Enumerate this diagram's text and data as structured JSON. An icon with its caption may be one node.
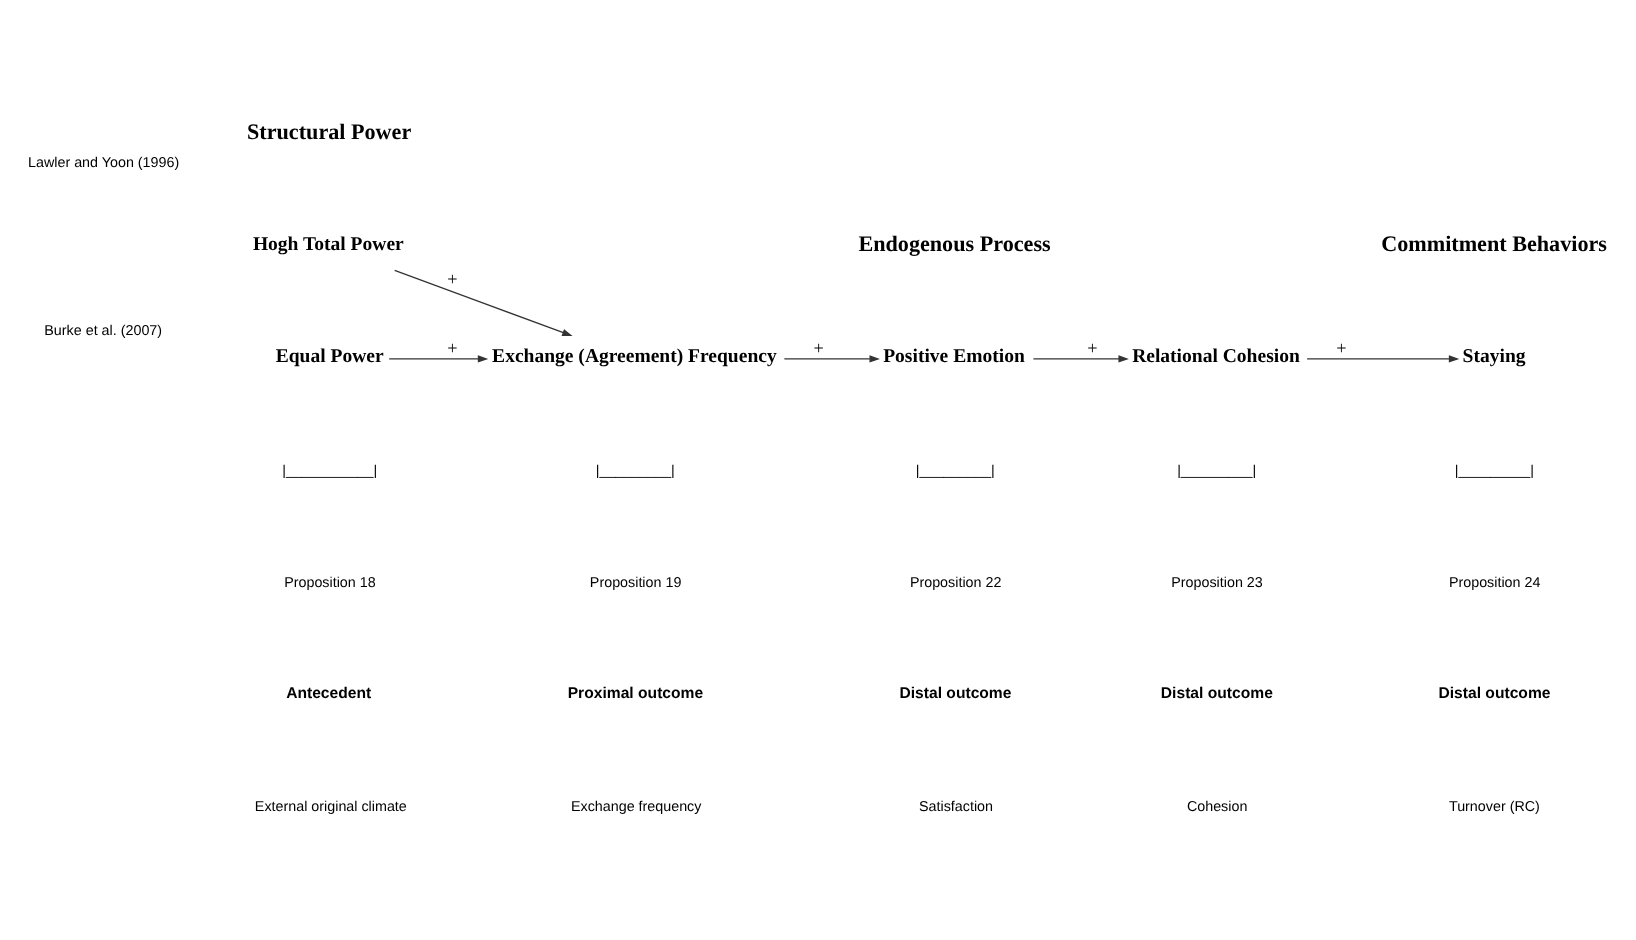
{
  "diagram": {
    "nodes": [
      {
        "text": [
          "Hogh Total Power"
        ]
      },
      {
        "text": [
          "Exchange (Agreement) Frequency"
        ]
      },
      {
        "text": [
          "Positive Emotion"
        ]
      },
      {
        "text": [
          "Relational Cohesion"
        ]
      },
      {
        "text": [
          "Staying"
        ]
      },
      {
        "text": [
          "Equal Power"
        ]
      }
    ],
    "edges": [
      {
        "from": 0,
        "to": 1,
        "arrow": "to",
        "label": "+"
      },
      {
        "from": 5,
        "to": 1,
        "arrow": "to",
        "label": "+"
      },
      {
        "from": 1,
        "to": 2,
        "arrow": "to",
        "label": "+"
      },
      {
        "from": 2,
        "to": 3,
        "arrow": "to",
        "label": "+"
      },
      {
        "from": 3,
        "to": 4,
        "arrow": "to",
        "label": "+"
      }
    ],
    "labels": [
      "Structural Power",
      "Endogenous Process",
      "Commitment Behaviors",
      "Lawler and Yoon (1996)",
      "Burke et al. (2007)",
      "|___________|",
      "|_________|",
      "|_________|",
      "|_________|",
      "|_________|",
      "Proposition 18",
      "Proposition 19",
      "Proposition 22",
      "Proposition 23",
      "Proposition 24",
      "Antecedent",
      "Proximal outcome",
      "Distal outcome",
      "Distal outcome",
      "Distal outcome",
      "External original climate",
      "Exchange frequency",
      "Satisfaction",
      "Cohesion",
      "Turnover (RC)"
    ]
  }
}
